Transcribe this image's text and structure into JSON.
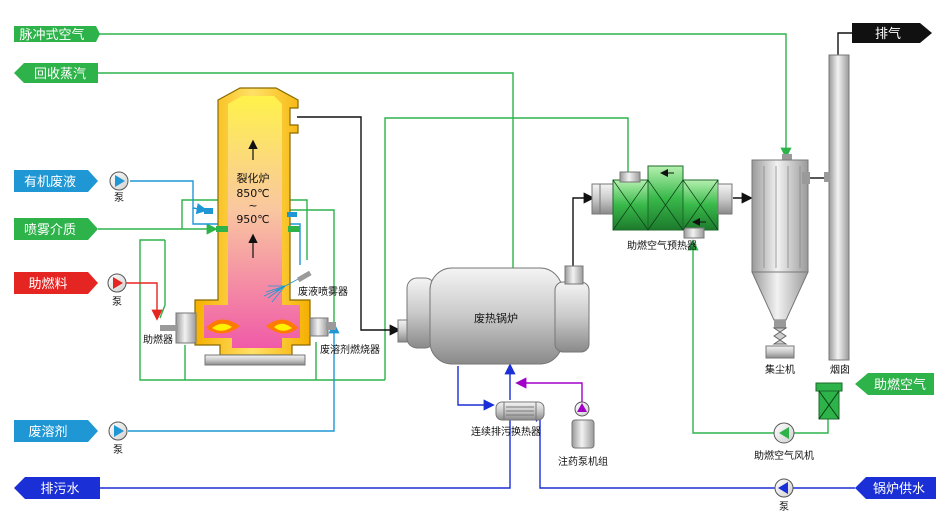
{
  "colors": {
    "green": "#2db34a",
    "blue_tag": "#1f97d4",
    "red": "#e52521",
    "navy": "#1b2fd6",
    "black": "#111111",
    "purple": "#a100c9"
  },
  "inputs": {
    "pulse_air": "脉冲式空气",
    "recovered_steam": "回收蒸汽",
    "organic_waste": "有机废液",
    "spray_medium": "喷雾介质",
    "aux_fuel": "助燃料",
    "waste_solvent": "废溶剂",
    "blowdown_water": "排污水",
    "exhaust": "排气",
    "combustion_air": "助燃空气",
    "boiler_feed": "锅炉供水"
  },
  "equipment": {
    "cracking_furnace": "裂化炉",
    "temp_top": "850℃",
    "temp_tilde": "~",
    "temp_bottom": "950℃",
    "pump": "泵",
    "burner": "助燃器",
    "waste_liquid_atomizer": "废液喷雾器",
    "solvent_burner": "废溶剂燃烧器",
    "waste_heat_boiler": "废热锅炉",
    "air_preheater": "助燃空气预热器",
    "dust_collector": "集尘机",
    "chimney": "烟囱",
    "blowdown_exchanger": "连续排污换热器",
    "dosing_pump_unit": "注药泵机组",
    "combustion_fan": "助燃空气风机"
  }
}
